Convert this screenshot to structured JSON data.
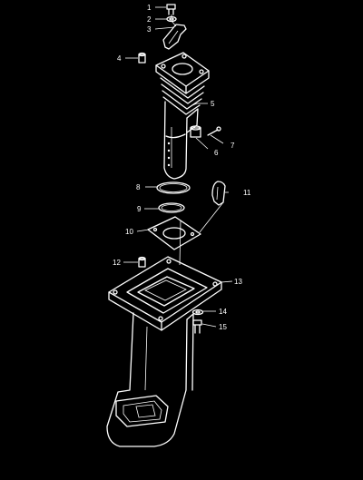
{
  "parts": [
    {
      "id": "callout-1",
      "label": "1",
      "icon": "screw-bolt-icon"
    },
    {
      "id": "callout-2",
      "label": "2",
      "icon": "washer-icon"
    },
    {
      "id": "callout-3",
      "label": "3",
      "icon": "exhaust-guide-plate-icon"
    },
    {
      "id": "callout-4",
      "label": "4",
      "icon": "dowel-pin-icon"
    },
    {
      "id": "callout-5",
      "label": "5",
      "icon": "exhaust-tube-icon"
    },
    {
      "id": "callout-6",
      "label": "6",
      "icon": "nut-icon"
    },
    {
      "id": "callout-7",
      "label": "7",
      "icon": "bolt-icon"
    },
    {
      "id": "callout-8",
      "label": "8",
      "icon": "o-ring-icon"
    },
    {
      "id": "callout-9",
      "label": "9",
      "icon": "o-ring-small-icon"
    },
    {
      "id": "callout-10",
      "label": "10",
      "icon": "gasket-icon"
    },
    {
      "id": "callout-11",
      "label": "11",
      "icon": "bracket-icon"
    },
    {
      "id": "callout-12",
      "label": "12",
      "icon": "dowel-pin-icon"
    },
    {
      "id": "callout-13",
      "label": "13",
      "icon": "upper-casing-icon"
    },
    {
      "id": "callout-14",
      "label": "14",
      "icon": "washer-icon"
    },
    {
      "id": "callout-15",
      "label": "15",
      "icon": "bolt-icon"
    }
  ]
}
